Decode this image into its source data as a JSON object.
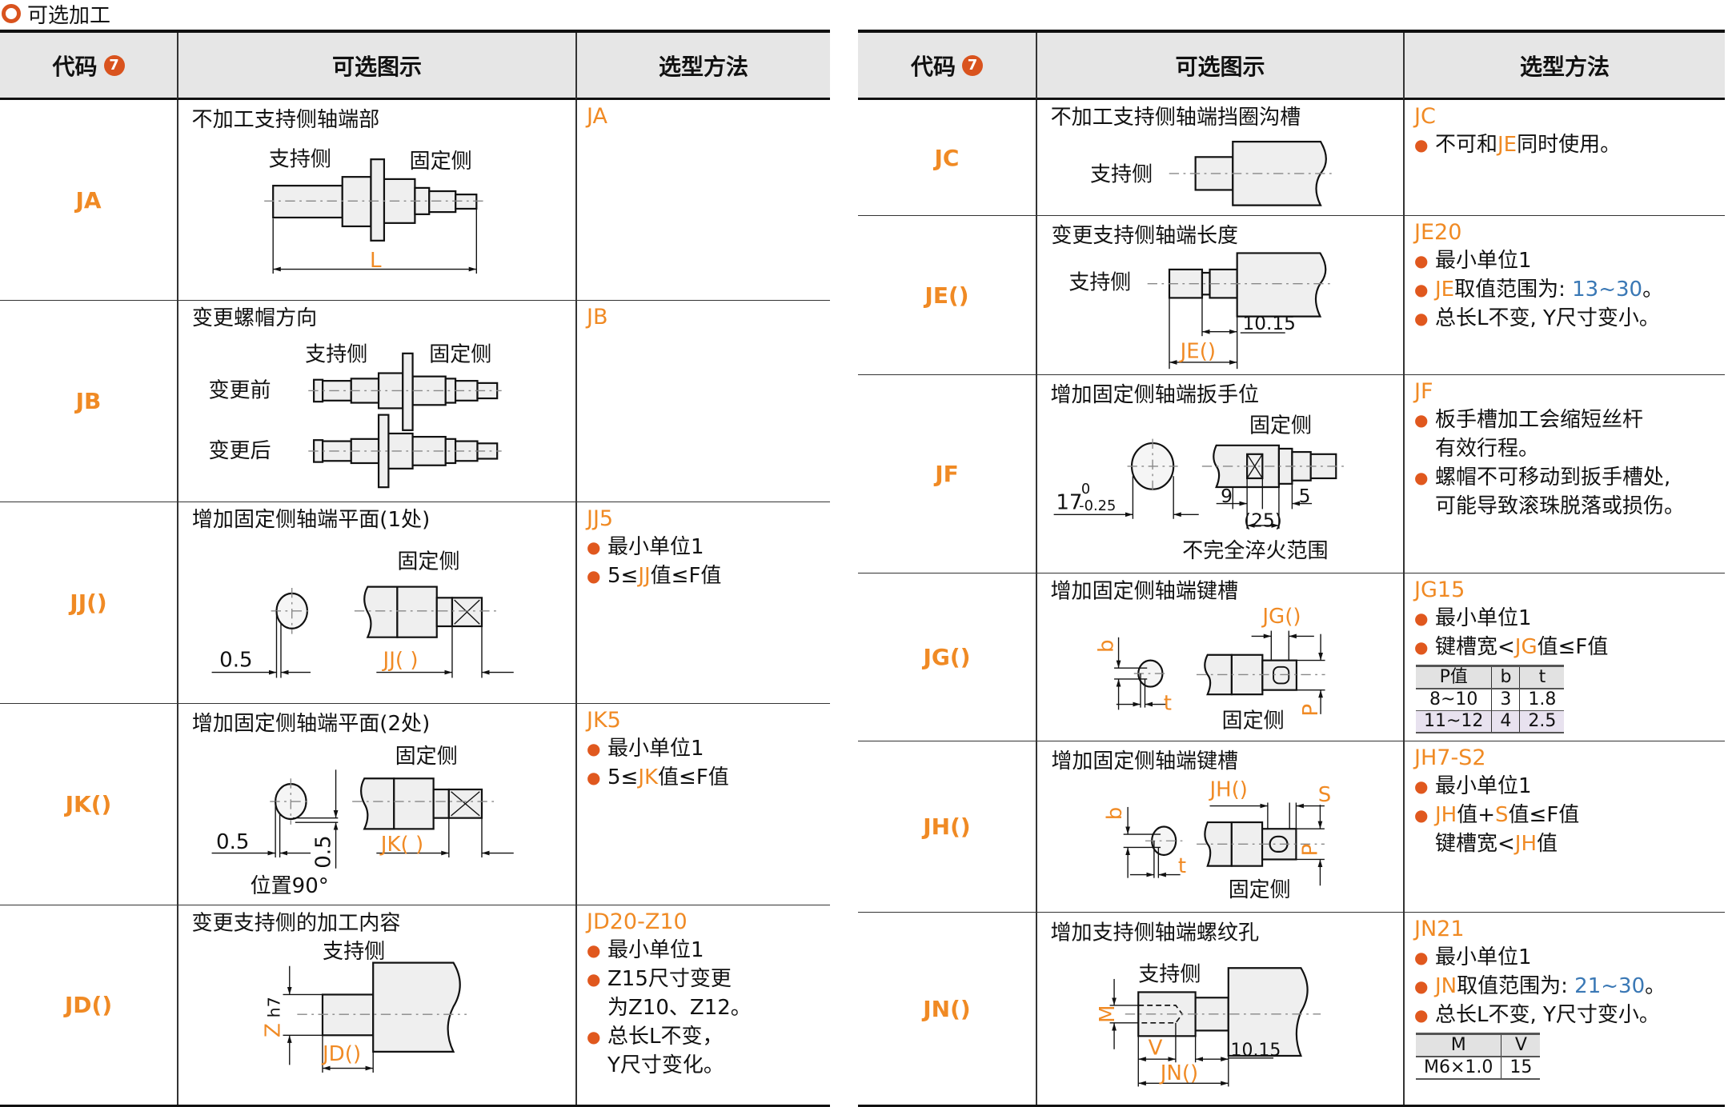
{
  "section_title": "可选加工",
  "header": {
    "code": "代码",
    "badge": "7",
    "diagram": "可选图示",
    "method": "选型方法"
  },
  "colors": {
    "accent": "#f08a24",
    "bullet": "#e0581e",
    "range": "#3a78b5",
    "header_bg": "#e6e6e6"
  },
  "left_rows": [
    {
      "code": "JA",
      "title": "不加工支持侧轴端部",
      "labels": {
        "support": "支持侧",
        "fixed": "固定侧",
        "L": "L"
      },
      "method": {
        "code": "JA",
        "lines": []
      }
    },
    {
      "code": "JB",
      "title": "变更螺帽方向",
      "labels": {
        "support": "支持侧",
        "fixed": "固定侧",
        "before": "变更前",
        "after": "变更后"
      },
      "method": {
        "code": "JB",
        "lines": []
      }
    },
    {
      "code": "JJ()",
      "title": "增加固定侧轴端平面(1处)",
      "labels": {
        "fixed": "固定侧",
        "dim": "0.5",
        "jj": "JJ( )"
      },
      "method": {
        "code": "JJ5",
        "lines": [
          {
            "bullet": true,
            "parts": [
              {
                "t": "最小单位1"
              }
            ]
          },
          {
            "bullet": true,
            "parts": [
              {
                "t": "5≤"
              },
              {
                "t": "JJ",
                "c": "o"
              },
              {
                "t": "值≤F值"
              }
            ]
          }
        ]
      }
    },
    {
      "code": "JK()",
      "title": "增加固定侧轴端平面(2处)",
      "labels": {
        "fixed": "固定侧",
        "dim": "0.5",
        "dim2": "0.5",
        "jk": "JK( )",
        "pos": "位置90°"
      },
      "method": {
        "code": "JK5",
        "lines": [
          {
            "bullet": true,
            "parts": [
              {
                "t": "最小单位1"
              }
            ]
          },
          {
            "bullet": true,
            "parts": [
              {
                "t": "5≤"
              },
              {
                "t": "JK",
                "c": "o"
              },
              {
                "t": "值≤F值"
              }
            ]
          }
        ]
      }
    },
    {
      "code": "JD()",
      "title": "变更支持侧的加工内容",
      "labels": {
        "support": "支持侧",
        "z": "Z",
        "h7": "h7",
        "jd": "JD()"
      },
      "method": {
        "code": "JD20-Z10",
        "lines": [
          {
            "bullet": true,
            "parts": [
              {
                "t": "最小单位1"
              }
            ]
          },
          {
            "bullet": true,
            "parts": [
              {
                "t": "Z15尺寸变更\n为Z10、Z12。"
              }
            ]
          },
          {
            "bullet": true,
            "parts": [
              {
                "t": "总长L不变，\nY尺寸变化。"
              }
            ]
          }
        ]
      }
    }
  ],
  "right_rows": [
    {
      "code": "JC",
      "title": "不加工支持侧轴端挡圈沟槽",
      "labels": {
        "support": "支持侧"
      },
      "method": {
        "code": "JC",
        "lines": [
          {
            "bullet": true,
            "parts": [
              {
                "t": "不可和"
              },
              {
                "t": "JE",
                "c": "o"
              },
              {
                "t": "同时使用。"
              }
            ]
          }
        ]
      }
    },
    {
      "code": "JE()",
      "title": "变更支持侧轴端长度",
      "labels": {
        "support": "支持侧",
        "dim": "10.15",
        "je": "JE()"
      },
      "method": {
        "code": "JE20",
        "lines": [
          {
            "bullet": true,
            "parts": [
              {
                "t": "最小单位1"
              }
            ]
          },
          {
            "bullet": true,
            "parts": [
              {
                "t": "JE",
                "c": "o"
              },
              {
                "t": "取值范围为: "
              },
              {
                "t": "13~30",
                "c": "b"
              },
              {
                "t": "。"
              }
            ]
          },
          {
            "bullet": true,
            "parts": [
              {
                "t": "总长L不变, Y尺寸变小。"
              }
            ]
          }
        ]
      }
    },
    {
      "code": "JF",
      "title": "增加固定侧轴端扳手位",
      "labels": {
        "fixed": "固定侧",
        "d17": "17",
        "tol_up": "0",
        "tol_low": "-0.25",
        "d9": "9",
        "d5": "5",
        "d25": "(25)",
        "note": "不完全淬火范围"
      },
      "method": {
        "code": "JF",
        "lines": [
          {
            "bullet": true,
            "parts": [
              {
                "t": "板手槽加工会缩短丝杆\n有效行程。"
              }
            ]
          },
          {
            "bullet": true,
            "parts": [
              {
                "t": "螺帽不可移动到扳手槽处,\n可能导致滚珠脱落或损伤。"
              }
            ]
          }
        ]
      }
    },
    {
      "code": "JG()",
      "title": "增加固定侧轴端键槽",
      "labels": {
        "jg": "JG()",
        "b": "b",
        "t": "t",
        "p": "P",
        "fixed": "固定侧"
      },
      "method": {
        "code": "JG15",
        "lines": [
          {
            "bullet": true,
            "parts": [
              {
                "t": "最小单位1"
              }
            ]
          },
          {
            "bullet": true,
            "parts": [
              {
                "t": "键槽宽<"
              },
              {
                "t": "JG",
                "c": "o"
              },
              {
                "t": "值≤F值"
              }
            ]
          }
        ],
        "table": {
          "rows": [
            [
              "P值",
              "b",
              "t"
            ],
            [
              "8~10",
              "3",
              "1.8"
            ],
            [
              "11~12",
              "4",
              "2.5"
            ]
          ],
          "highlight_row": 2
        }
      }
    },
    {
      "code": "JH()",
      "title": "增加固定侧轴端键槽",
      "labels": {
        "jh": "JH()",
        "s": "S",
        "b": "b",
        "t": "t",
        "p": "P",
        "fixed": "固定侧"
      },
      "method": {
        "code": "JH7-S2",
        "lines": [
          {
            "bullet": true,
            "parts": [
              {
                "t": "最小单位1"
              }
            ]
          },
          {
            "bullet": true,
            "parts": [
              {
                "t": "JH",
                "c": "o"
              },
              {
                "t": "值+"
              },
              {
                "t": "S",
                "c": "o"
              },
              {
                "t": "值≤F值"
              }
            ]
          },
          {
            "bullet": false,
            "parts": [
              {
                "t": "键槽宽<"
              },
              {
                "t": "JH",
                "c": "o"
              },
              {
                "t": "值"
              }
            ]
          }
        ]
      }
    },
    {
      "code": "JN()",
      "title": "增加支持侧轴端螺纹孔",
      "labels": {
        "support": "支持侧",
        "m": "M",
        "v": "V",
        "dim": "10.15",
        "jn": "JN()"
      },
      "method": {
        "code": "JN21",
        "lines": [
          {
            "bullet": true,
            "parts": [
              {
                "t": "最小单位1"
              }
            ]
          },
          {
            "bullet": true,
            "parts": [
              {
                "t": "JN",
                "c": "o"
              },
              {
                "t": "取值范围为: "
              },
              {
                "t": "21~30",
                "c": "b"
              },
              {
                "t": "。"
              }
            ]
          },
          {
            "bullet": true,
            "parts": [
              {
                "t": "总长L不变, Y尺寸变小。"
              }
            ]
          }
        ],
        "table": {
          "rows": [
            [
              "M",
              "V"
            ],
            [
              "M6×1.0",
              "15"
            ]
          ]
        }
      }
    }
  ]
}
